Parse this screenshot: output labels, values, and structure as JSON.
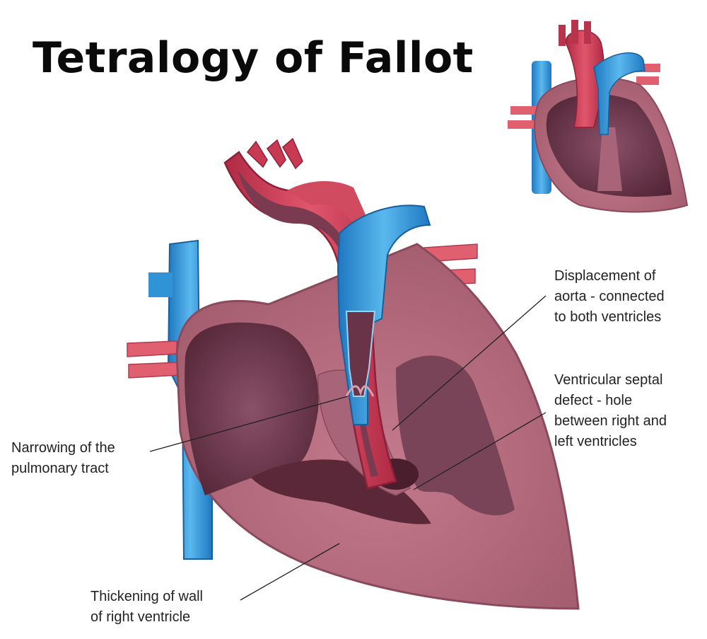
{
  "title": "Tetralogy of Fallot",
  "labels": {
    "aorta": {
      "lines": [
        "Displacement of",
        "aorta -  connected",
        "to both ventricles"
      ]
    },
    "septal": {
      "lines": [
        "Ventricular septal",
        "defect - hole",
        "between right and",
        "left ventricles"
      ]
    },
    "pulmonary": {
      "lines": [
        "Narrowing of the",
        "pulmonary tract"
      ]
    },
    "wall": {
      "lines": [
        "Thickening of wall",
        "of right ventricle"
      ]
    }
  },
  "colors": {
    "aorta_red": "#c83a52",
    "vein_blue": "#2f93d6",
    "muscle_pink": "#b5697c",
    "chamber_dark": "#5a2838",
    "chamber_mid": "#7a4458"
  }
}
